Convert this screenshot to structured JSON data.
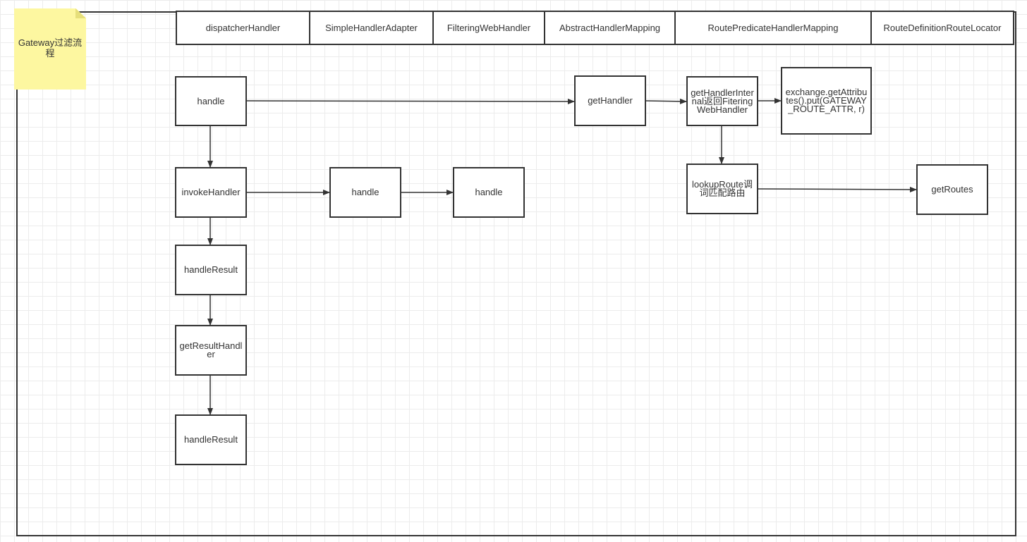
{
  "note": {
    "text": "Gateway过滤流程",
    "color": "#fdf7a0"
  },
  "lanes": [
    "dispatcherHandler",
    "SimpleHandlerAdapter",
    "FilteringWebHandler",
    "AbstractHandlerMapping",
    "RoutePredicateHandlerMapping",
    "RouteDefinitionRouteLocator"
  ],
  "nodes": {
    "handle_dispatch": "handle",
    "invoke_handler": "invokeHandler",
    "handle_result_1": "handleResult",
    "get_result_handler": "getResultHandler",
    "handle_result_2": "handleResult",
    "handle_adapter": "handle",
    "handle_filtering": "handle",
    "get_handler": "getHandler",
    "get_handler_internal": "getHandlerInternal返回FiteringWebHandler",
    "exchange_put": "exchange.getAttributes().put(GATEWAY_ROUTE_ATTR, r)",
    "lookup_route": "lookupRoute调词匹配路由",
    "get_routes": "getRoutes"
  },
  "colors": {
    "stroke": "#333333",
    "text": "#333333",
    "grid": "#ececec"
  }
}
